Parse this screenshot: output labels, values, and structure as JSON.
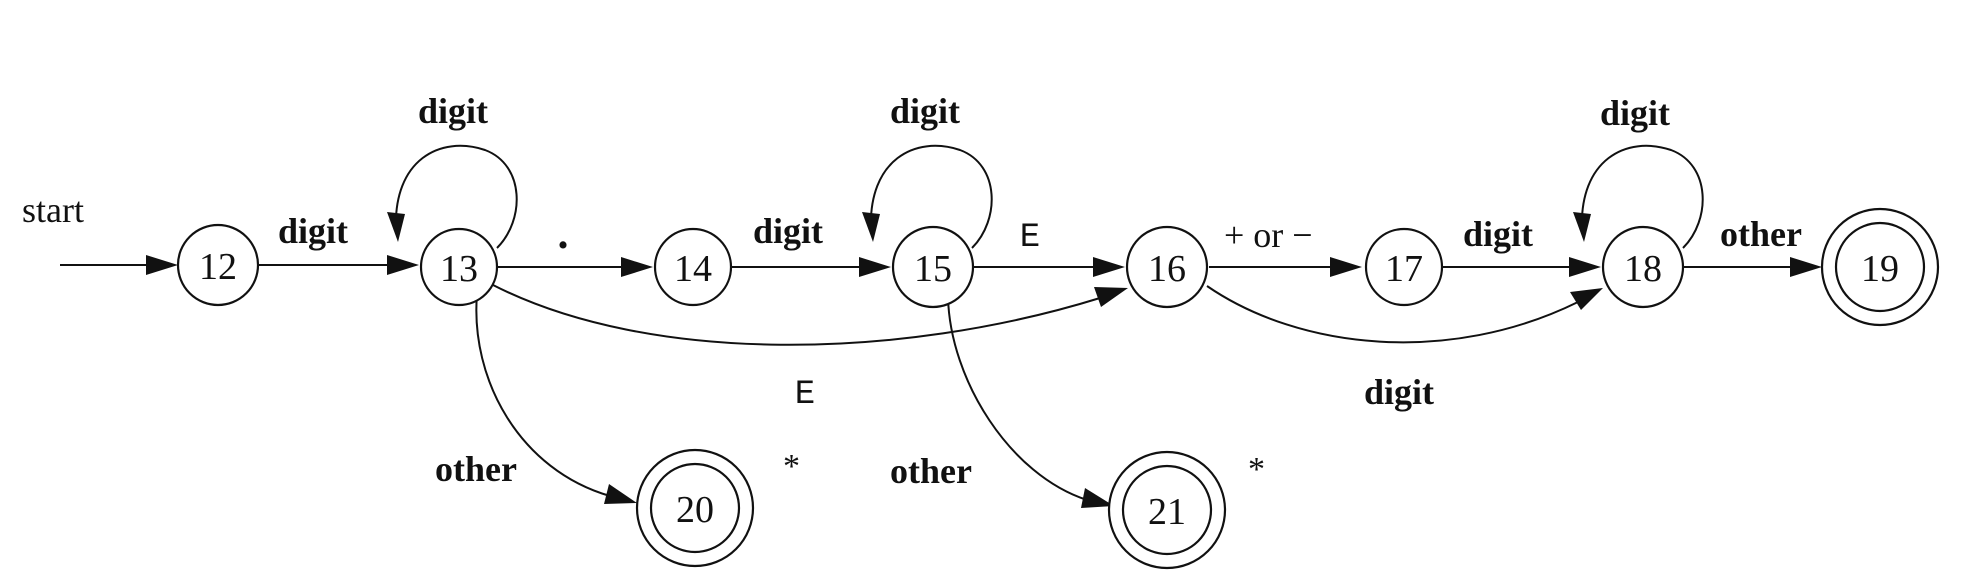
{
  "diagram": {
    "start_label": "start",
    "states": {
      "s12": "12",
      "s13": "13",
      "s14": "14",
      "s15": "15",
      "s16": "16",
      "s17": "17",
      "s18": "18",
      "s19": "19",
      "s20": "20",
      "s21": "21"
    },
    "accepting_states": [
      "19",
      "20",
      "21"
    ],
    "retract_marker": "*",
    "transitions": {
      "t12_13": "digit",
      "t13_loop": "digit",
      "t13_14": ".",
      "t13_16": "E",
      "t13_20": "other",
      "t14_15": "digit",
      "t15_loop": "digit",
      "t15_16": "E",
      "t15_21": "other",
      "t16_17": "+ or −",
      "t16_18": "digit",
      "t17_18": "digit",
      "t18_loop": "digit",
      "t18_19": "other"
    }
  }
}
